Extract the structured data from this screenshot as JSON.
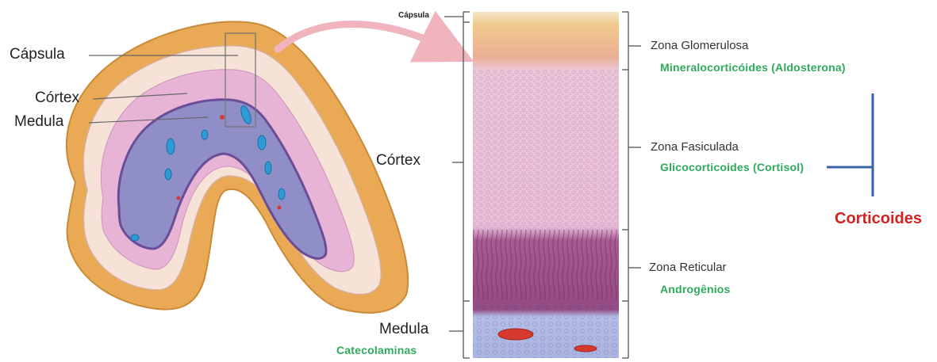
{
  "gland": {
    "labels": {
      "capsula": "Cápsula",
      "cortex": "Córtex",
      "medula": "Medula"
    }
  },
  "section": {
    "labels": {
      "capsula": "Cápsula",
      "cortex": "Córtex",
      "medula": "Medula"
    },
    "medula_product": "Catecolaminas"
  },
  "zones": [
    {
      "name": "Zona Glomerulosa",
      "product": "Mineralocorticóides (Aldosterona)"
    },
    {
      "name": "Zona Fasiculada",
      "product": "Glicocorticoides (Cortisol)"
    },
    {
      "name": "Zona Reticular",
      "product": "Androgênios"
    }
  ],
  "group_label": "Corticoides",
  "colors": {
    "product_text": "#2eaa5c",
    "group_text": "#d22222",
    "bracket": "#3a62a8",
    "arrow": "#efb4bd"
  }
}
